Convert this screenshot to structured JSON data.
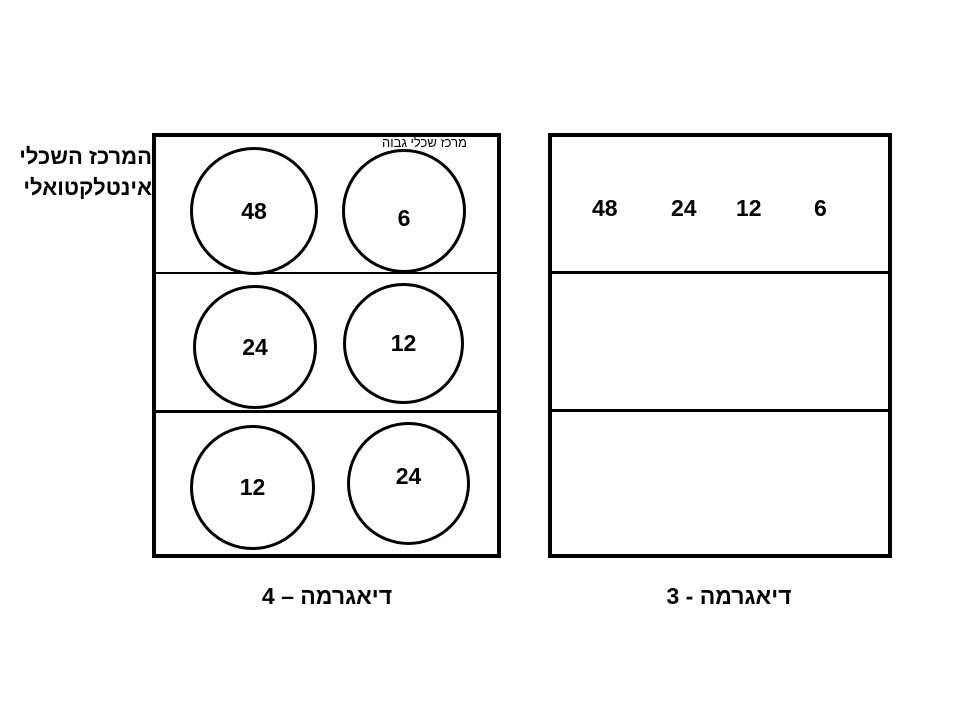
{
  "page": {
    "background": "#ffffff",
    "ink": "#000000"
  },
  "side_label": {
    "line1": "המרכז השכלי",
    "line2": "אינטלקטואלי"
  },
  "diagram4": {
    "caption": "דיאגרמה – 4",
    "note": "מרכז שכלי גבוה",
    "rows": [
      {
        "circles": [
          {
            "value": "48"
          },
          {
            "value": "6"
          }
        ]
      },
      {
        "circles": [
          {
            "value": "24"
          },
          {
            "value": "12"
          }
        ]
      },
      {
        "circles": [
          {
            "value": "12"
          },
          {
            "value": "24"
          }
        ]
      }
    ]
  },
  "diagram3": {
    "caption": "דיאגרמה - 3",
    "rows": [
      {
        "numbers": [
          "48",
          "24",
          "12",
          "6"
        ]
      },
      {
        "numbers": []
      },
      {
        "numbers": []
      }
    ]
  },
  "chart_data": {
    "type": "diagram",
    "title": "",
    "panels": [
      {
        "name": "דיאגרמה – 4",
        "annotation": "מרכז שכלי גבוה",
        "side_label": "המרכז השכלי אינטלקטואלי",
        "representation": "circles",
        "rows": [
          [
            "48",
            "6"
          ],
          [
            "24",
            "12"
          ],
          [
            "12",
            "24"
          ]
        ]
      },
      {
        "name": "דיאגרמה - 3",
        "representation": "numbers",
        "rows": [
          [
            "48",
            "24",
            "12",
            "6"
          ],
          [],
          []
        ]
      }
    ]
  }
}
